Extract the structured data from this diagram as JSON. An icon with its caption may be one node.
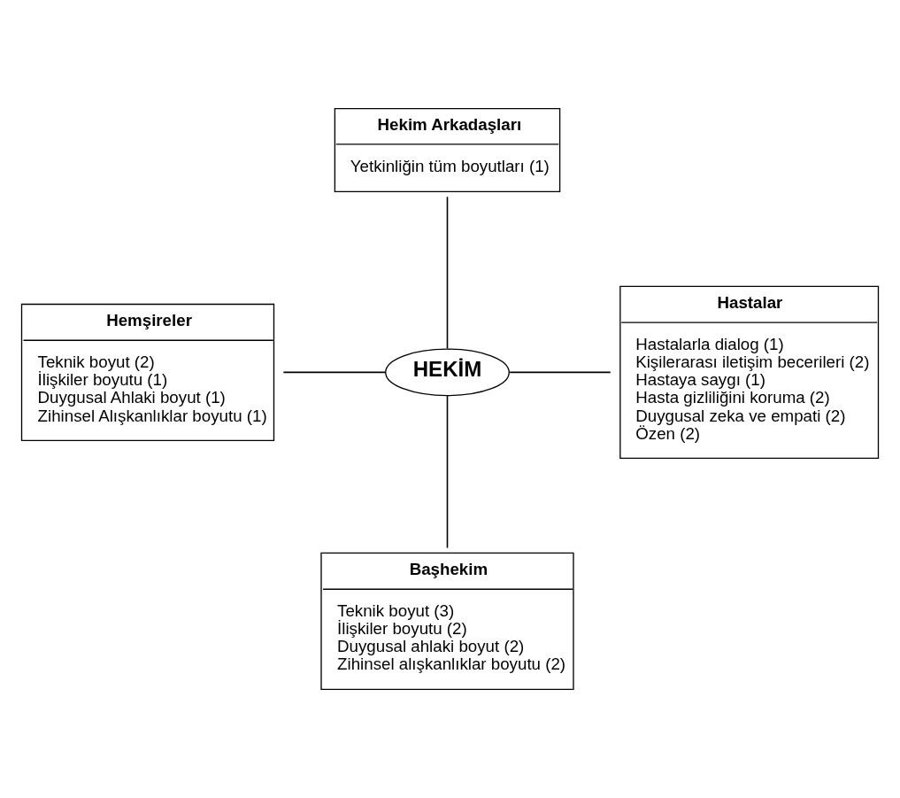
{
  "diagram": {
    "nodes": [
      {
        "text": [
          "Hekim Arkadaşları",
          "Yetkinliğin tüm boyutları (1)"
        ]
      },
      {
        "text": [
          "Hemşireler",
          "Teknik boyut (2)",
          "İlişkiler boyutu (1)",
          "Duygusal Ahlaki boyut (1)",
          "Zihinsel Alışkanlıklar boyutu (1)"
        ]
      },
      {
        "text": [
          "HEKİM"
        ]
      },
      {
        "text": [
          "Hastalar",
          "Hastalarla dialog (1)",
          "Kişilerarası iletişim becerileri (2)",
          "Hastaya saygı (1)",
          "Hasta gizliliğini koruma (2)",
          "Duygusal zeka ve empati (2)",
          "Özen (2)"
        ]
      },
      {
        "text": [
          "Başhekim",
          "Teknik boyut (3)",
          "İlişkiler boyutu (2)",
          "Duygusal ahlaki boyut (2)",
          "Zihinsel alışkanlıklar boyutu (2)"
        ]
      }
    ],
    "edges": [
      {
        "from": 0,
        "to": 2,
        "arrow": "none"
      },
      {
        "from": 1,
        "to": 2,
        "arrow": "none"
      },
      {
        "from": 2,
        "to": 3,
        "arrow": "none"
      },
      {
        "from": 2,
        "to": 4,
        "arrow": "none"
      }
    ]
  }
}
